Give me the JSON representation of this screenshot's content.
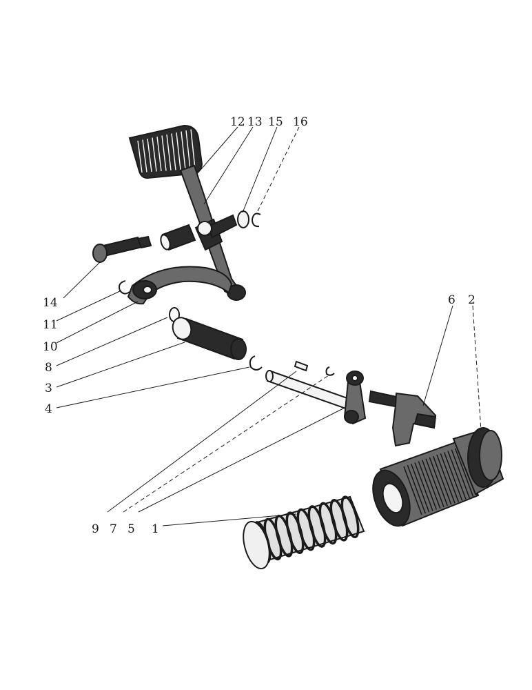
{
  "labels": {
    "l12": "12",
    "l13": "13",
    "l15": "15",
    "l16": "16",
    "l14": "14",
    "l11": "11",
    "l10": "10",
    "l8": "8",
    "l3": "3",
    "l4": "4",
    "l6": "6",
    "l2": "2",
    "l9": "9",
    "l7": "7",
    "l5": "5",
    "l1": "1"
  },
  "icons": {
    "pedal": "pedal-icon",
    "bush": "bush-icon",
    "pin": "pin-icon",
    "lever": "lever-icon",
    "sleeve": "sleeve-icon",
    "shaft": "shaft-icon",
    "fork": "fork-icon",
    "spring": "spring-icon",
    "splined_hub": "splined-hub-icon"
  }
}
